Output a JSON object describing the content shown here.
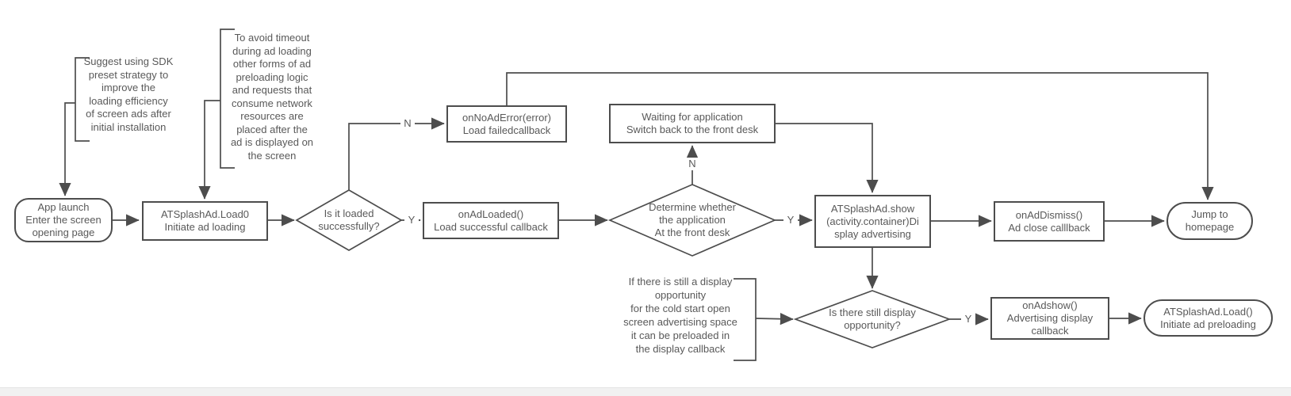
{
  "diagram": {
    "nodes": {
      "app_launch": {
        "text": "App launch\nEnter the screen\nopening page"
      },
      "load_init": {
        "text": "ATSplashAd.Load0\nInitiate ad loading"
      },
      "loaded_q": {
        "text": "Is it loaded\nsuccessfully?"
      },
      "no_ad_error": {
        "text": "onNoAdError(error)\nLoad failedcallback"
      },
      "ad_loaded": {
        "text": "onAdLoaded()\nLoad successful callback"
      },
      "waiting": {
        "text": "Waiting for application\nSwitch back to the front desk"
      },
      "front_desk_q": {
        "text": "Determine whether\nthe application\nAt the front desk"
      },
      "show_ad": {
        "text": "ATSplashAd.show\n(activity.container)Di\nsplay advertising"
      },
      "ad_dismiss": {
        "text": "onAdDismiss()\nAd close calllback"
      },
      "jump_home": {
        "text": "Jump to\nhomepage"
      },
      "display_q": {
        "text": "Is there still display\nopportunity?"
      },
      "ad_show": {
        "text": "onAdshow()\nAdvertising display\ncallback"
      },
      "preload": {
        "text": "ATSplashAd.Load()\nInitiate ad preloading"
      }
    },
    "annotations": {
      "sdk_note": {
        "text": "Suggest using SDK\npreset strategy to\nimprove the\nloading efficiency\nof screen ads after\ninitial installation"
      },
      "timeout_note": {
        "text": "To avoid timeout\nduring ad loading\nother forms of ad\npreloading logic\nand requests that\nconsume network\nresources are\nplaced after the\nad is displayed on\nthe screen"
      },
      "preload_note": {
        "text": "If there is still a display\nopportunity\nfor the cold start open\nscreen advertising space\nit can be preloaded in\nthe display callback"
      }
    },
    "labels": {
      "yes": "Y",
      "no": "N"
    },
    "colors": {
      "line": "#4d4d4d",
      "text": "#595959",
      "background": "#ffffff"
    }
  }
}
